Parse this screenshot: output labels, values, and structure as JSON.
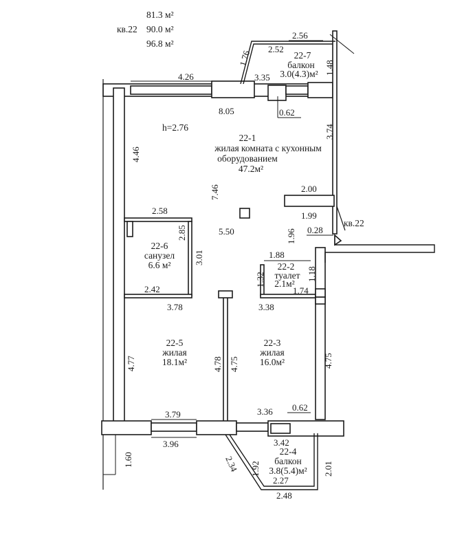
{
  "header": {
    "area_1": "81.3 м²",
    "apartment": "кв.22",
    "area_2": "90.0 м²",
    "area_3": "96.8 м²"
  },
  "ceiling_height": "h=2.76",
  "apartment_label": "кв.22",
  "rooms": {
    "r22_1": {
      "id": "22-1",
      "name_line1": "жилая комната с кухонным",
      "name_line2": "оборудованием",
      "area": "47.2м²"
    },
    "r22_2": {
      "id": "22-2",
      "name": "туалет",
      "area": "2.1м²"
    },
    "r22_3": {
      "id": "22-3",
      "name": "жилая",
      "area": "16.0м²"
    },
    "r22_4": {
      "id": "22-4",
      "name": "балкон",
      "area": "3.8(5.4)м²"
    },
    "r22_5": {
      "id": "22-5",
      "name": "жилая",
      "area": "18.1м²"
    },
    "r22_6": {
      "id": "22-6",
      "name": "санузел",
      "area": "6.6  м²"
    },
    "r22_7": {
      "id": "22-7",
      "name": "балкон",
      "area": "3.0(4.3)м²"
    }
  },
  "dims": {
    "d256": "2.56",
    "d252": "2.52",
    "d176": "1.76",
    "d148": "1.48",
    "d426": "4.26",
    "d335": "3.35",
    "d805": "8.05",
    "d062a": "0.62",
    "d374": "3.74",
    "d446": "4.46",
    "d746": "7.46",
    "d200": "2.00",
    "d199": "1.99",
    "d258": "2.58",
    "d285": "2.85",
    "d550": "5.50",
    "d196": "1.96",
    "d028": "0.28",
    "d301": "3.01",
    "d188": "1.88",
    "d132": "1.32",
    "d118": "1.18",
    "d242": "2.42",
    "d174": "1.74",
    "d378": "3.78",
    "d338": "3.38",
    "d477": "4.77",
    "d478": "4.78",
    "d475a": "4.75",
    "d475b": "4.75",
    "d379": "3.79",
    "d336": "3.36",
    "d062b": "0.62",
    "d396": "3.96",
    "d342": "3.42",
    "d160": "1.60",
    "d234": "2.34",
    "d192": "1.92",
    "d201": "2.01",
    "d227": "2.27",
    "d248": "2.48"
  }
}
